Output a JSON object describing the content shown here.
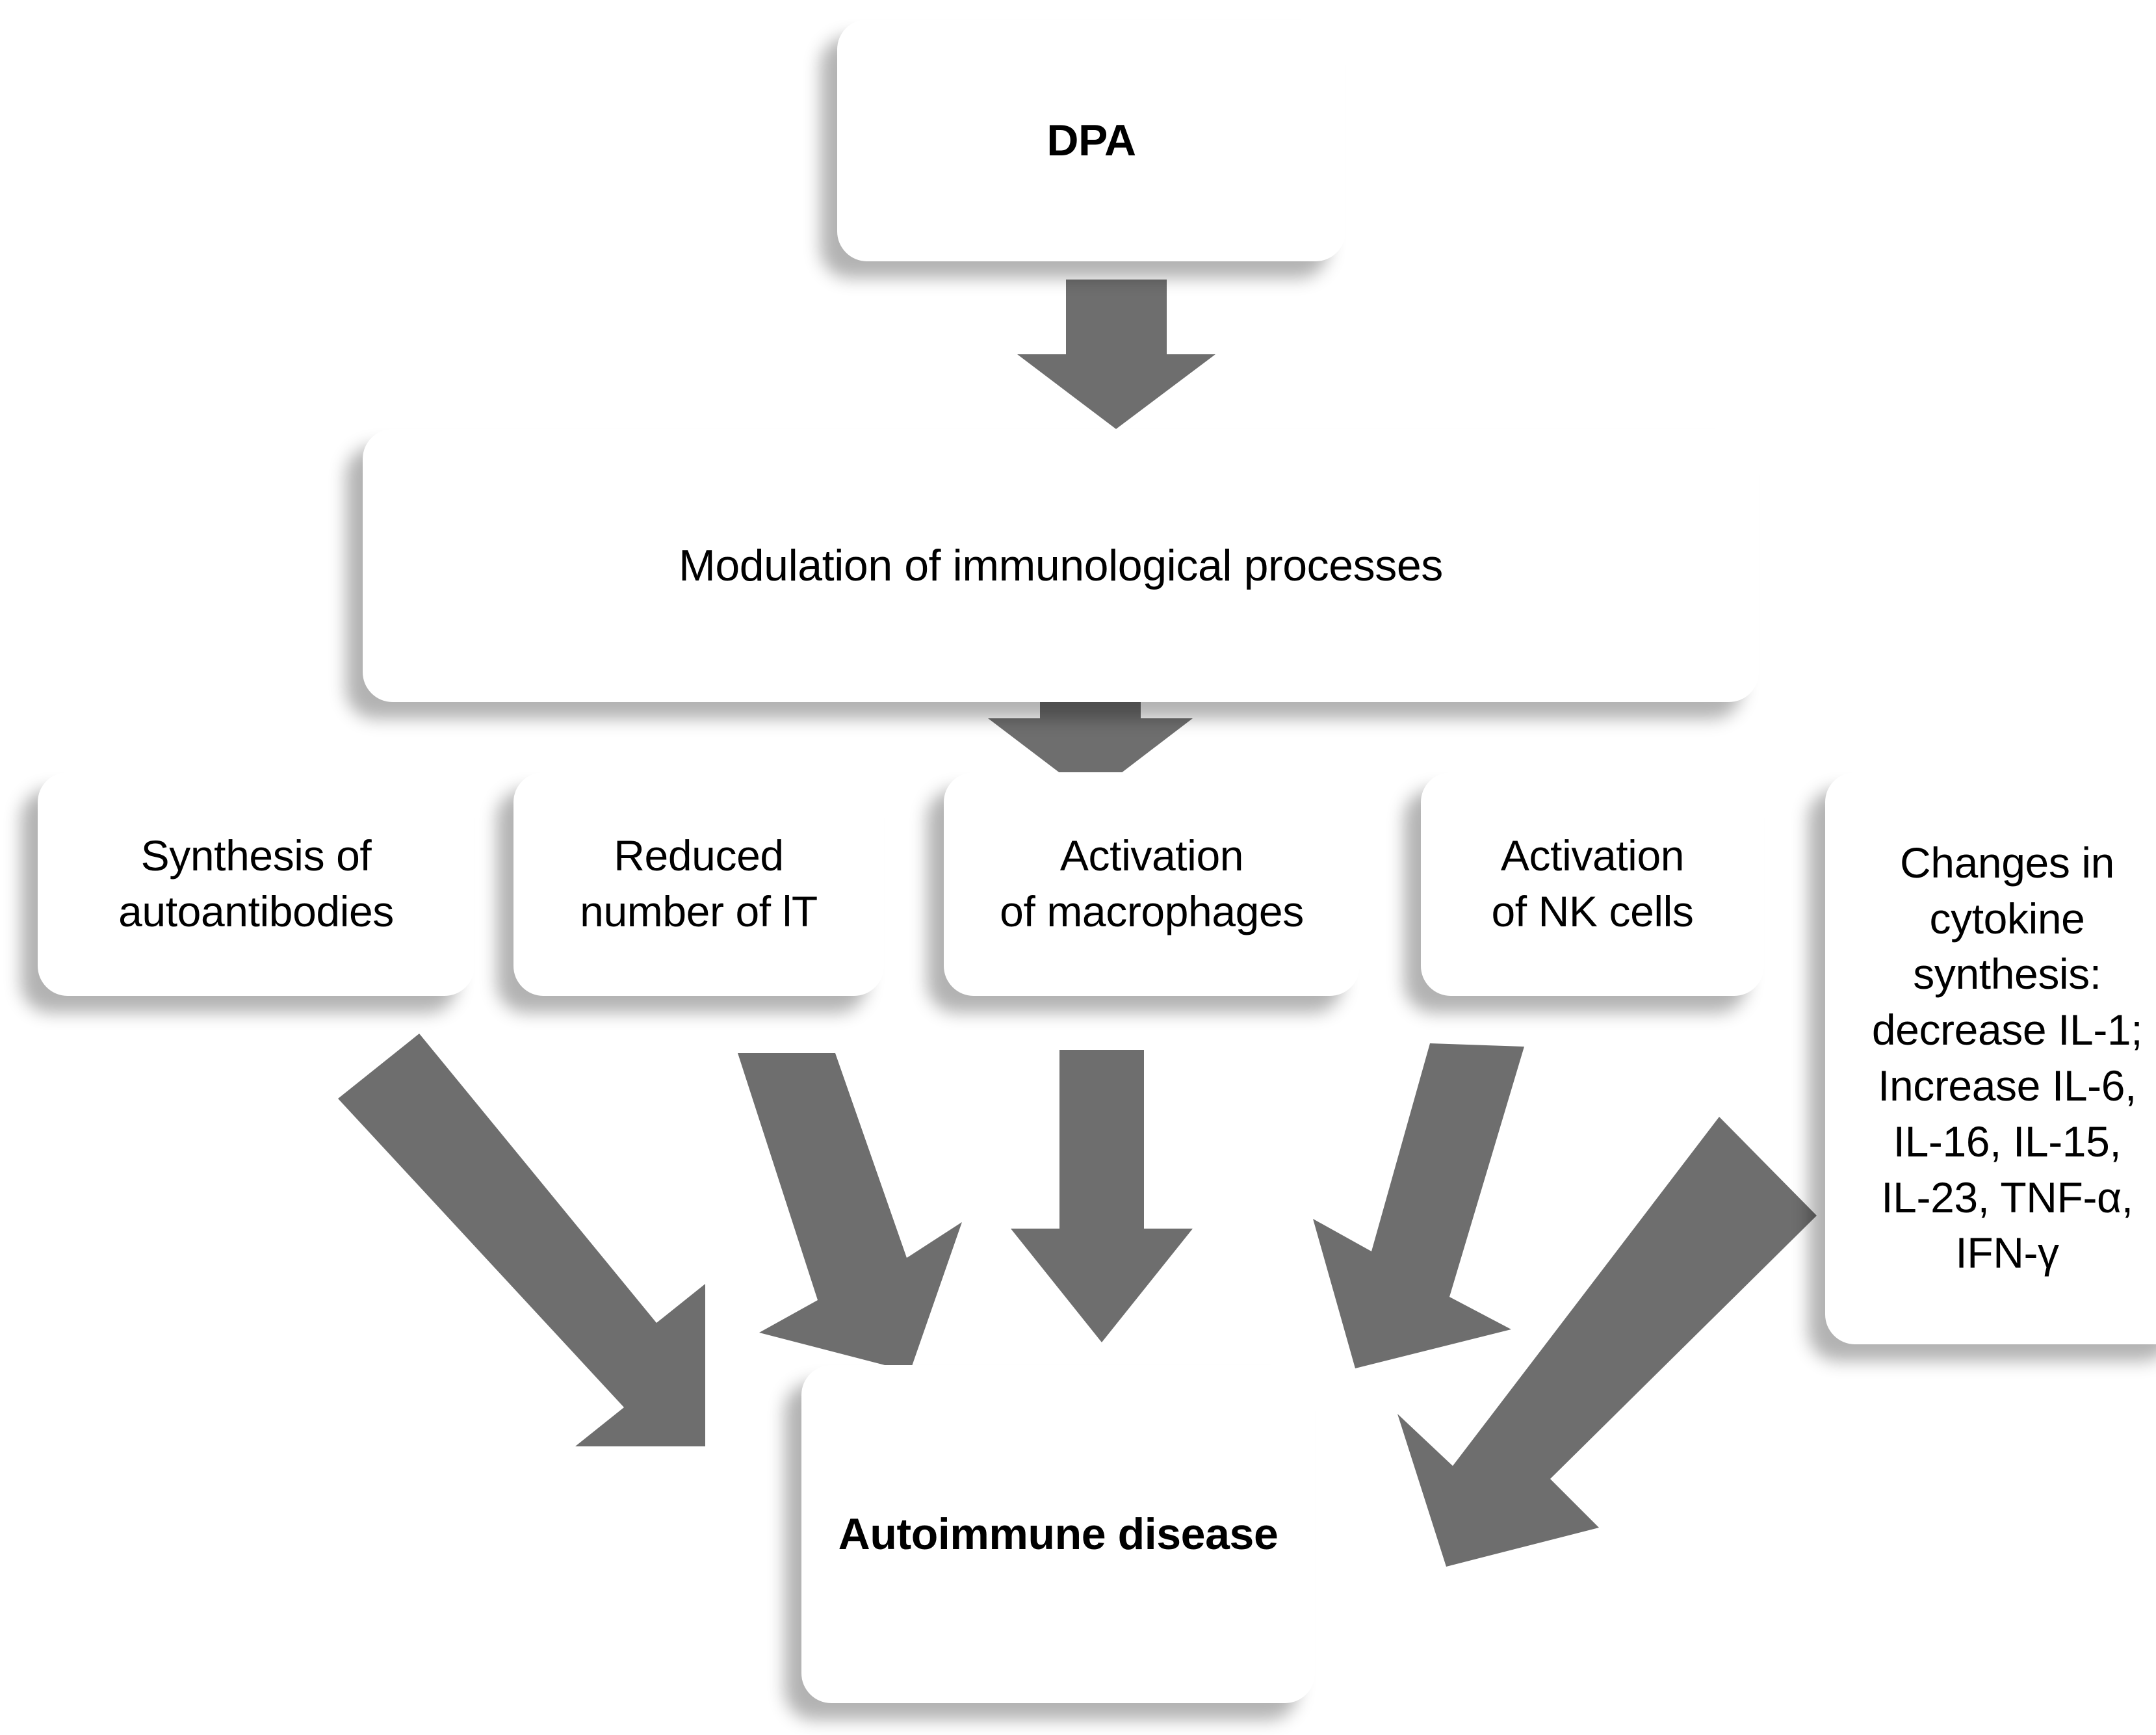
{
  "diagram": {
    "type": "flowchart",
    "title_node": "DPA",
    "background_color": "#ffffff",
    "arrow_color": "#6e6e6e",
    "box_fill": "#ffffff",
    "text_color": "#000000",
    "nodes": [
      {
        "id": "dpa",
        "label": "DPA",
        "bold": true
      },
      {
        "id": "modulation",
        "label": "Modulation of immunological processes",
        "bold": false
      },
      {
        "id": "autoantibodies",
        "label": "Synthesis of\nautoantibodies",
        "bold": false
      },
      {
        "id": "lt",
        "label": "Reduced\nnumber of lT",
        "bold": false
      },
      {
        "id": "macrophages",
        "label": "Activation\nof macrophages",
        "bold": false
      },
      {
        "id": "nk",
        "label": "Activation\nof NK cells",
        "bold": false
      },
      {
        "id": "cytokines",
        "label": "Changes in\ncytokine\nsynthesis:\ndecrease IL-1;\nIncrease IL-6,\nIL-16, IL-15,\nIL-23, TNF-α,\nIFN-γ",
        "bold": false
      },
      {
        "id": "autoimmune",
        "label": "Autoimmune disease",
        "bold": true
      }
    ],
    "edges": [
      {
        "from": "dpa",
        "to": "modulation",
        "style": "block-arrow",
        "direction": "down"
      },
      {
        "from": "modulation",
        "to": "branch-row",
        "style": "block-arrow",
        "direction": "down"
      },
      {
        "from": "autoantibodies",
        "to": "autoimmune",
        "style": "block-arrow",
        "direction": "down-right"
      },
      {
        "from": "lt",
        "to": "autoimmune",
        "style": "block-arrow",
        "direction": "down-right"
      },
      {
        "from": "macrophages",
        "to": "autoimmune",
        "style": "block-arrow",
        "direction": "down"
      },
      {
        "from": "nk",
        "to": "autoimmune",
        "style": "block-arrow",
        "direction": "down-left"
      },
      {
        "from": "cytokines",
        "to": "autoimmune",
        "style": "block-arrow",
        "direction": "down-left"
      }
    ]
  }
}
